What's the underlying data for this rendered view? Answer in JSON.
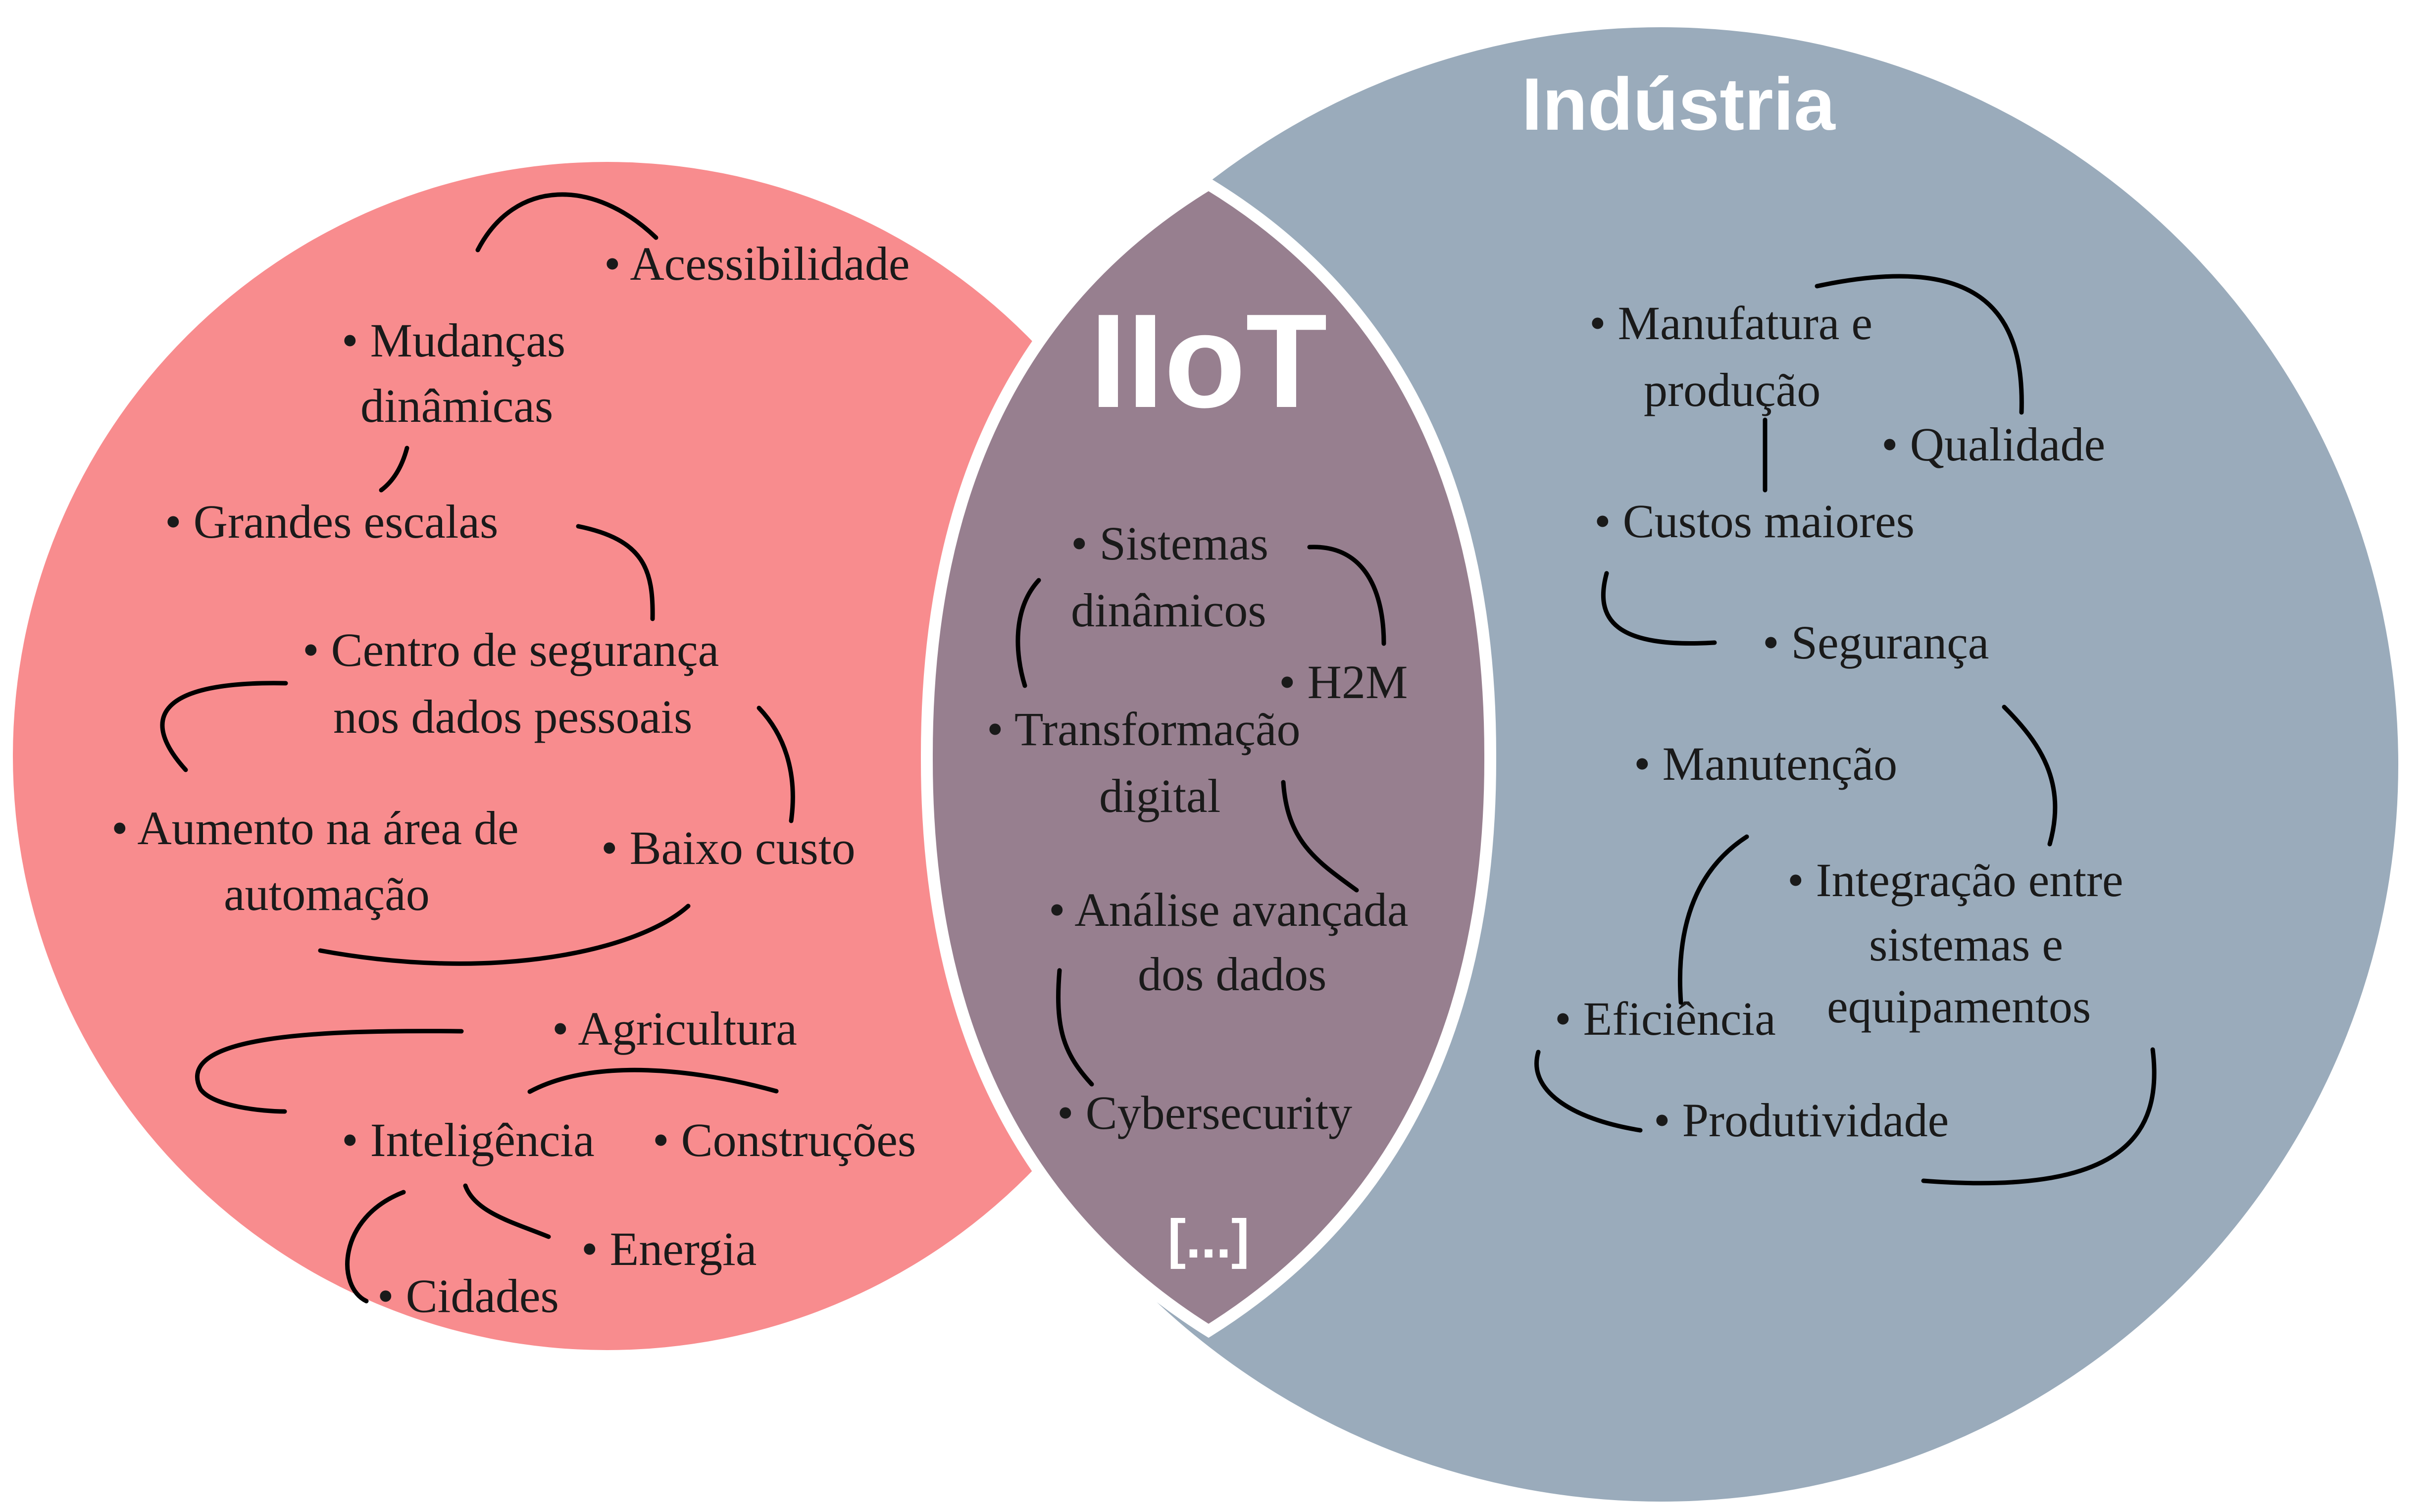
{
  "colors": {
    "iot": "#f88c8e",
    "industria": "#9aabbb",
    "iiot": "#977f8f",
    "outline": "#ffffff",
    "text": "#1a1a1a",
    "connector": "#000000"
  },
  "iot": {
    "title": "IoT",
    "items": [
      "• Acessibilidade",
      "• Mudanças",
      "dinâmicas",
      "• Grandes escalas",
      "• Centro de segurança",
      "nos dados pessoais",
      "• Aumento na área de",
      "automação",
      "• Baixo custo",
      "• Agricultura",
      "• Inteligência",
      "• Construções",
      "• Energia",
      "• Cidades"
    ]
  },
  "iiot": {
    "title": "IIoT",
    "items": [
      "• Sistemas",
      "dinâmicos",
      "• H2M",
      "• Transformação",
      "digital",
      "• Análise avançada",
      "dos dados",
      "• Cybersecurity"
    ],
    "ellipsis": "[...]"
  },
  "industria": {
    "title": "Indústria",
    "items": [
      "• Manufatura e",
      "produção",
      "• Qualidade",
      "• Custos maiores",
      "• Segurança",
      "• Manutenção",
      "• Integração entre",
      "sistemas e",
      "equipamentos",
      "• Eficiência",
      "• Produtividade"
    ]
  }
}
